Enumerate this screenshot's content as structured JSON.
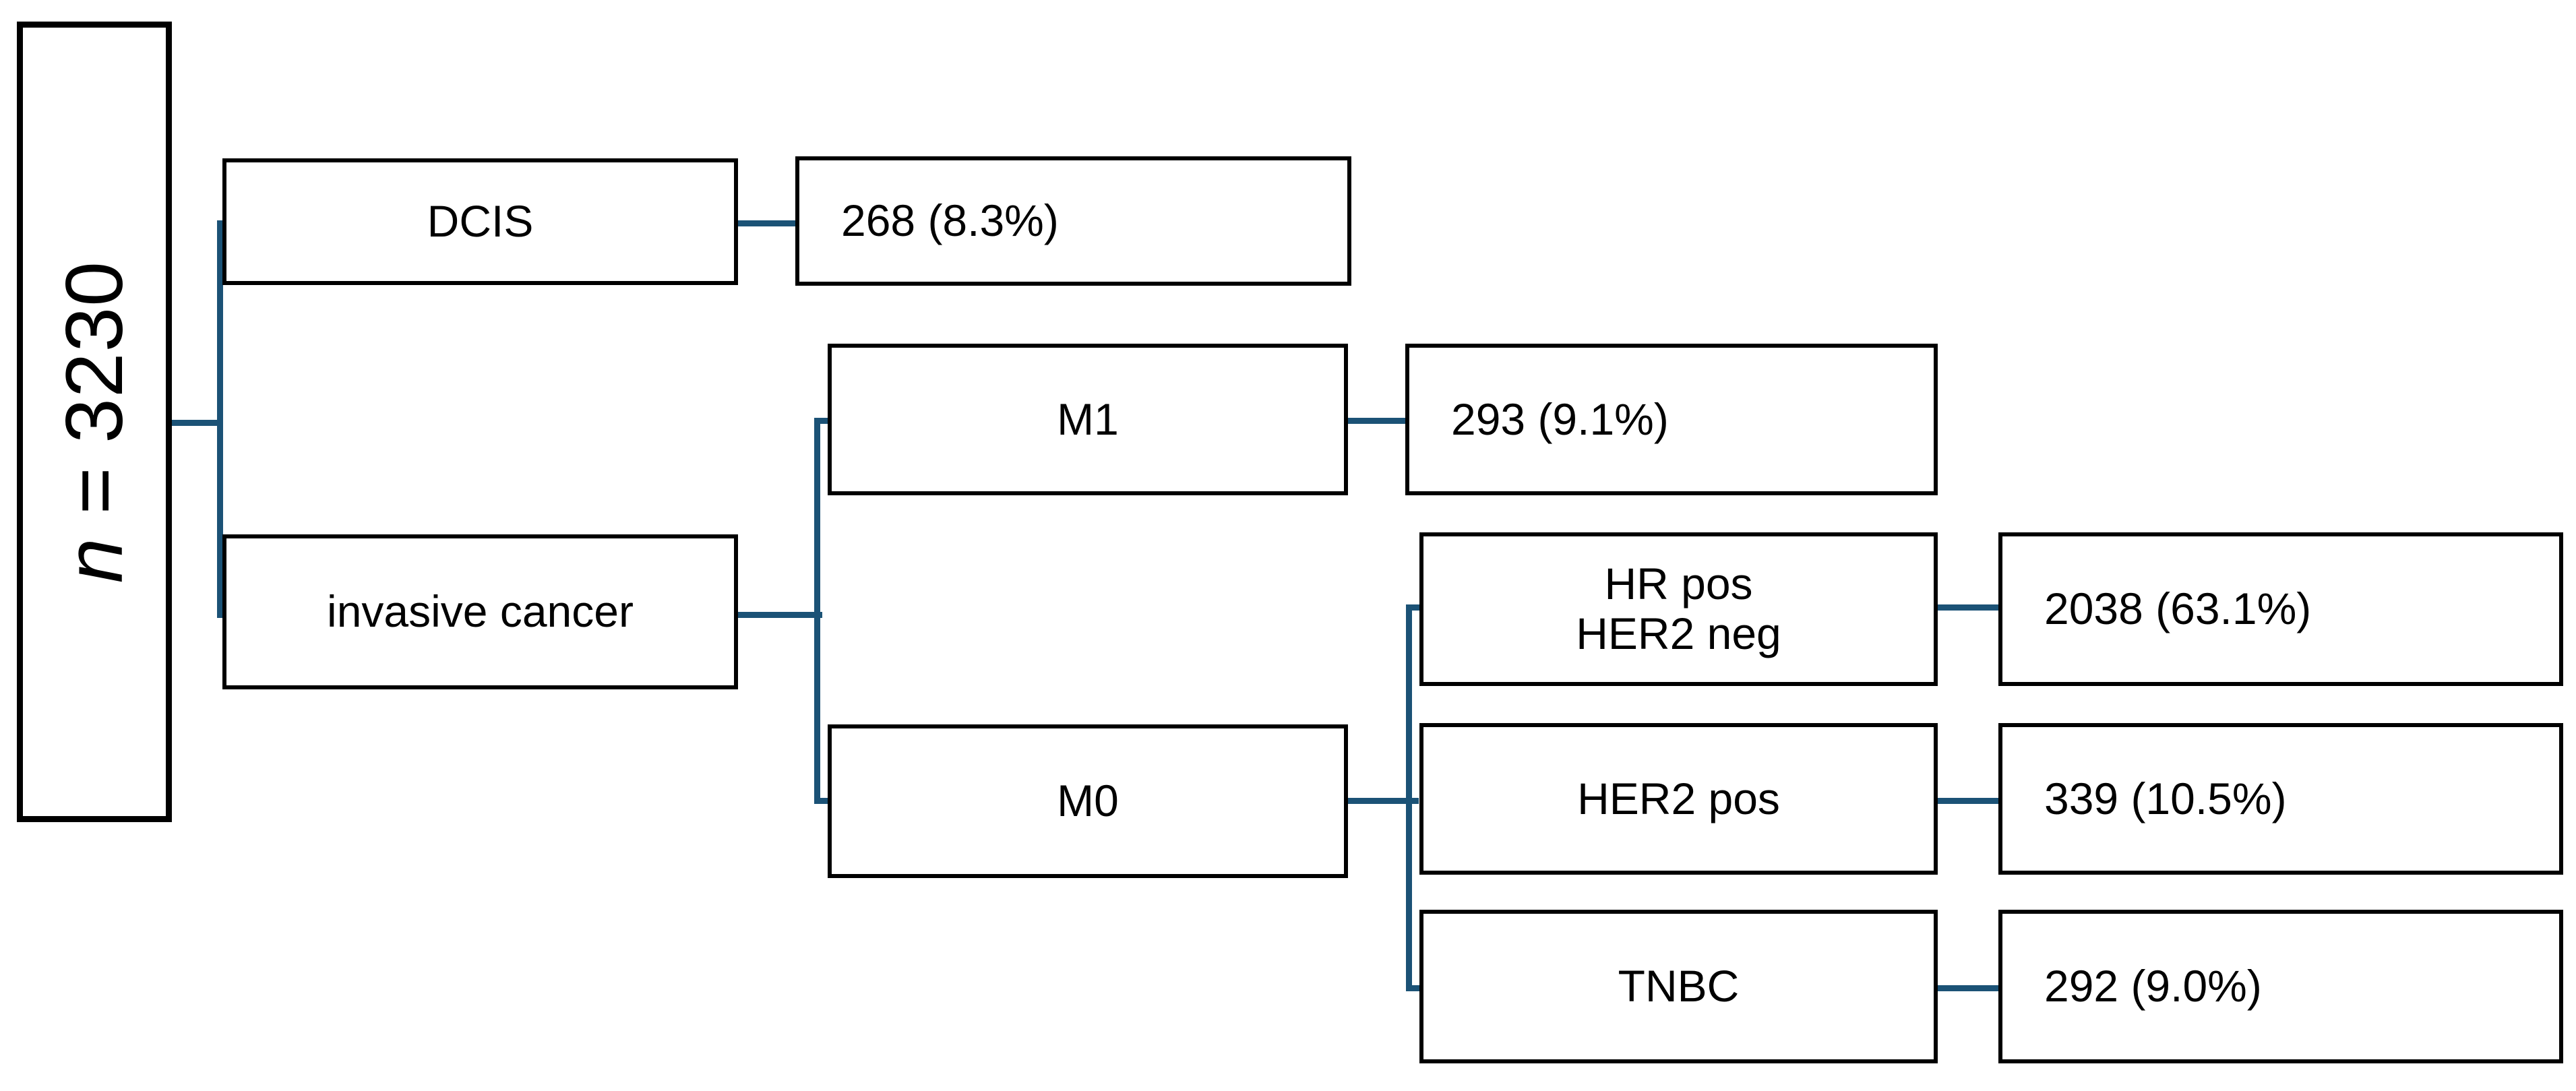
{
  "diagram": {
    "type": "flowchart",
    "title_text": "n = 3230",
    "accent_color": "#1b5276",
    "box_border_color": "#000000",
    "background_color": "#ffffff",
    "root": {
      "prefix_italic": "n",
      "rest": " = 3230",
      "total": "3230"
    },
    "branches": {
      "dcis": {
        "label": "DCIS",
        "count_label": "268 (8.3%)",
        "count": "268",
        "percent": "8.3%"
      },
      "invasive": {
        "label": "invasive cancer"
      },
      "m1": {
        "label": "M1",
        "count_label": "293 (9.1%)",
        "count": "293",
        "percent": "9.1%"
      },
      "m0": {
        "label": "M0"
      },
      "hr_pos_her2_neg": {
        "line1": "HR pos",
        "line2": "HER2 neg",
        "count_label": "2038 (63.1%)",
        "count": "2038",
        "percent": "63.1%"
      },
      "her2_pos": {
        "label": "HER2 pos",
        "count_label": "339 (10.5%)",
        "count": "339",
        "percent": "10.5%"
      },
      "tnbc": {
        "label": "TNBC",
        "count_label": "292 (9.0%)",
        "count": "292",
        "percent": "9.0%"
      }
    }
  },
  "chart_data": {
    "type": "table",
    "title": "n = 3230",
    "categories": [
      "DCIS",
      "M1",
      "HR pos / HER2 neg",
      "HER2 pos",
      "TNBC"
    ],
    "values": [
      268,
      293,
      2038,
      339,
      292
    ],
    "percents": [
      8.3,
      9.1,
      63.1,
      10.5,
      9.0
    ],
    "labels": [
      "268 (8.3%)",
      "293 (9.1%)",
      "2038 (63.1%)",
      "339 (10.5%)",
      "292 (9.0%)"
    ],
    "xlabel": "",
    "ylabel": "",
    "total": 3230
  }
}
